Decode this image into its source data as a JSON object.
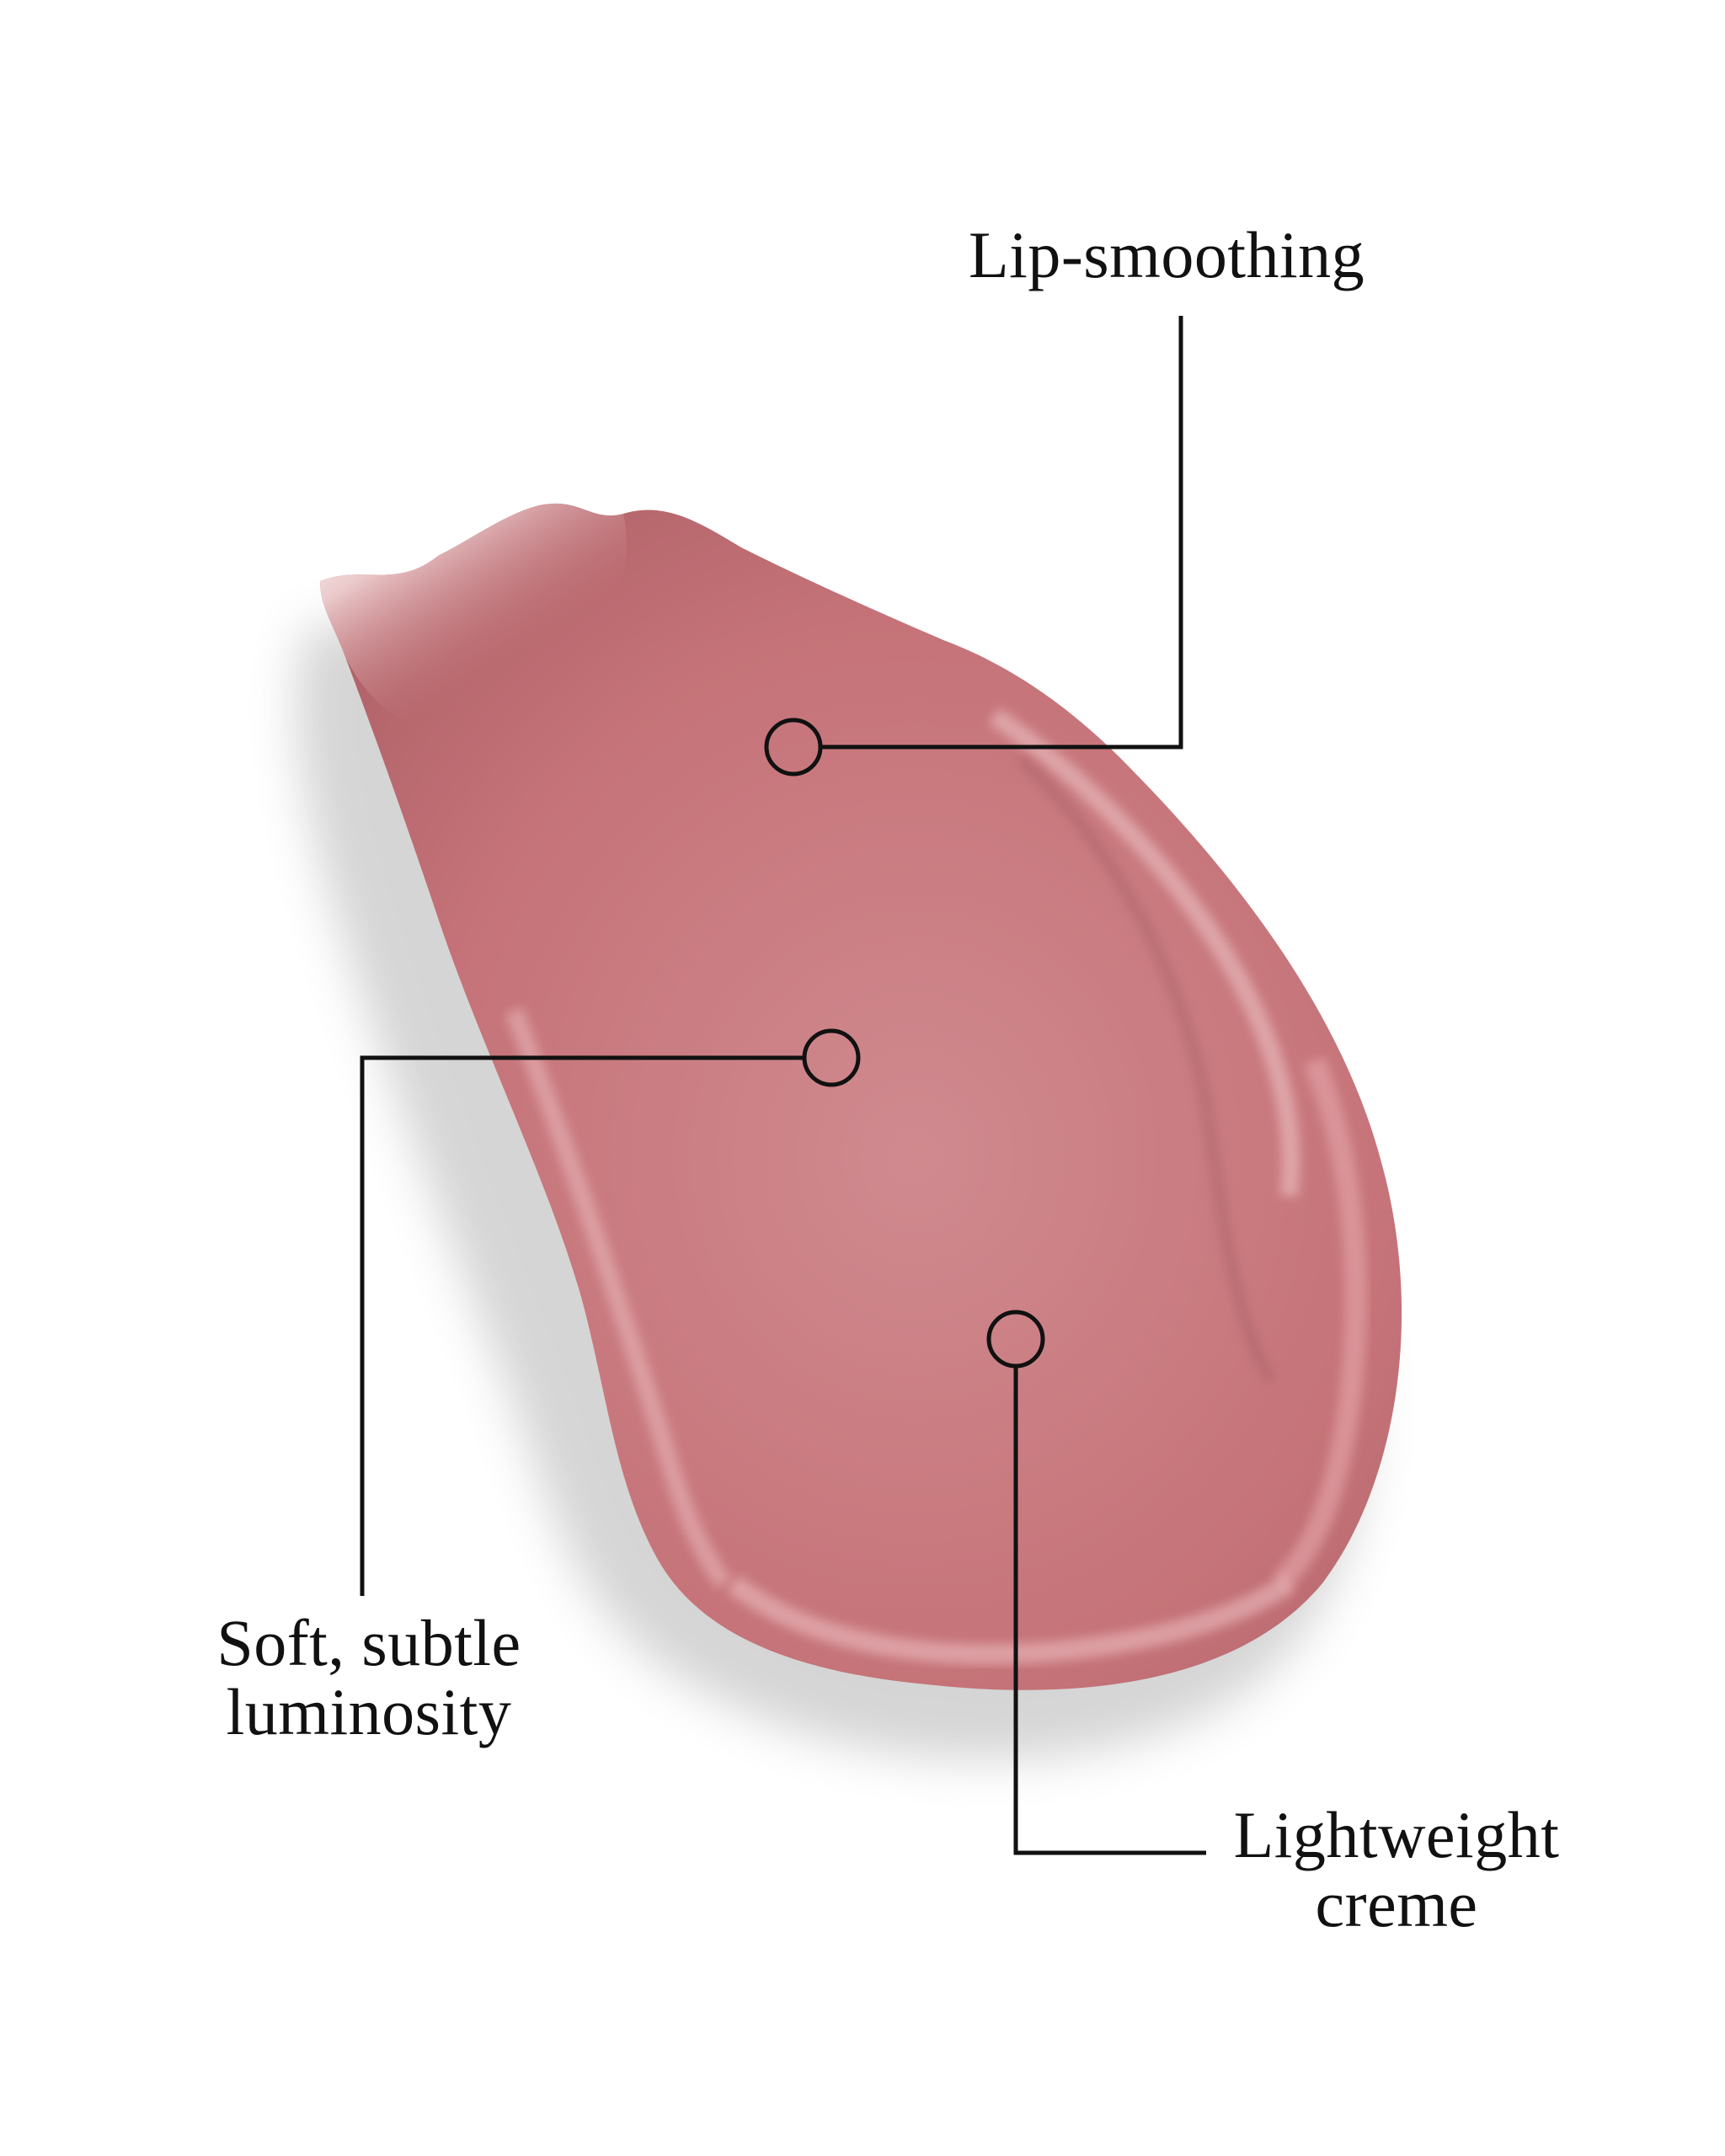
{
  "callouts": {
    "top": {
      "lines": [
        "Lip-smoothing"
      ]
    },
    "left": {
      "lines": [
        "Soft, subtle",
        "luminosity"
      ]
    },
    "right": {
      "lines": [
        "Lightweight",
        "creme"
      ]
    }
  },
  "colors": {
    "background": "#ffffff",
    "swatch_base": "#c97a80",
    "swatch_light": "#e6b3b5",
    "swatch_shadow": "#9c5a60",
    "leader_line": "#111111",
    "text": "#111111"
  }
}
